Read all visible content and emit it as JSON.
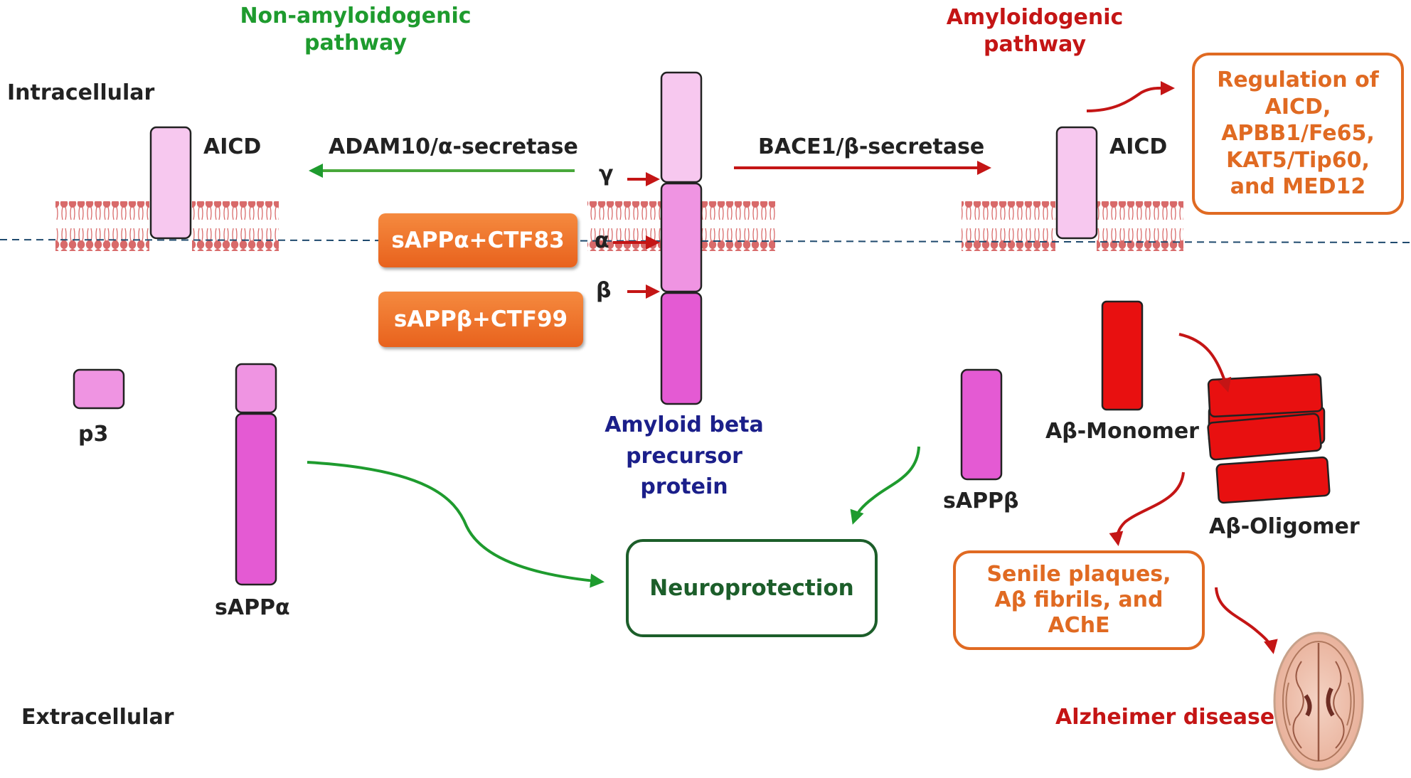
{
  "regions": {
    "intracellular": "Intracellular",
    "extracellular": "Extracellular"
  },
  "pathways": {
    "non_amyloidogenic": [
      "Non-amyloidogenic",
      "pathway"
    ],
    "amyloidogenic": [
      "Amyloidogenic",
      "pathway"
    ]
  },
  "enzymes": {
    "alpha": "ADAM10/α-secretase",
    "beta": "BACE1/β-secretase"
  },
  "cleavage_sites": {
    "gamma": "γ",
    "alpha": "α",
    "beta": "β"
  },
  "fragments": {
    "aicd_left": "AICD",
    "aicd_right": "AICD",
    "p3": "p3",
    "sappa": "sAPPα",
    "sappb": "sAPPβ",
    "ab_monomer": "Aβ-Monomer",
    "ab_oligomer": "Aβ-Oligomer"
  },
  "products": {
    "alpha_pill": "sAPPα+CTF83",
    "beta_pill": "sAPPβ+CTF99"
  },
  "app_label": [
    "Amyloid beta",
    "precursor",
    "protein"
  ],
  "outcomes": {
    "regulation": [
      "Regulation of",
      "AICD,",
      "APBB1/Fe65,",
      "KAT5/Tip60,",
      "and MED12"
    ],
    "neuroprotection": "Neuroprotection",
    "plaques": [
      "Senile plaques,",
      "Aβ fibrils, and",
      "AChE"
    ],
    "alzheimer": "Alzheimer disease"
  },
  "colors": {
    "green": "#1e9b2e",
    "red": "#c41515",
    "orange": "#e06a22",
    "navy": "#1b1f8a",
    "membrane": "#d86a6a",
    "pink_light": "#f7c8ef",
    "pink_mid": "#ef94e2",
    "pink_dark": "#e45ad3",
    "abeta": "#e81010"
  }
}
